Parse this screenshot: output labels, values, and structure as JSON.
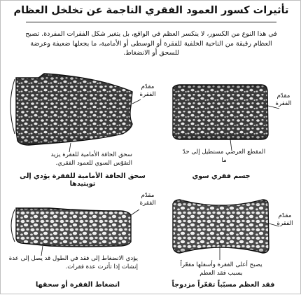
{
  "title": "تأثيرات كسور العمود الفقري الناجمة عن تخلخل العظام",
  "intro": "في هذا النوع من الكسور، لا ينكسر العظم في الواقع، بل يتغير شكل الفقرات المفردة. تصبح العظام رقيقة من الناحية الخلفية للفقرة أو الوسطى أو الأمامية، ما يجعلها ضعيفة وعرضة للسحق أو الانضغاط.",
  "panels": {
    "healthy": {
      "front_label": "مقدّم الفقرة",
      "caption": "المقطع العرضي مستطيل إلى حدّ ما",
      "subtitle": "جسم فقري سوي"
    },
    "wedge": {
      "front_label": "مقدّم الفقرة",
      "caption": "سحق الحافة الأمامية للفقرة يزيد التقوّس السوي للعمود الفقري.",
      "subtitle": "سحق الحافة الأمامية للفقرة يؤدي إلى تويتيدها"
    },
    "biconcave": {
      "front_label": "مقدّم الفقرة",
      "caption": "يصبح أعلى الفقرة وأسفلها مقعّراً بسبب فقد العظم",
      "subtitle": "فقد العظم مسبّباً تقعّراً مزدوجاً"
    },
    "crush": {
      "front_label": "مقدّم الفقرة",
      "caption": "يؤدي الانضغاط إلى فقد في الطول قد يصل إلى عدة إنشات إذا تأثرت عدة فقرات.",
      "subtitle": "انضغاط الفقرة أو سحقها"
    }
  }
}
